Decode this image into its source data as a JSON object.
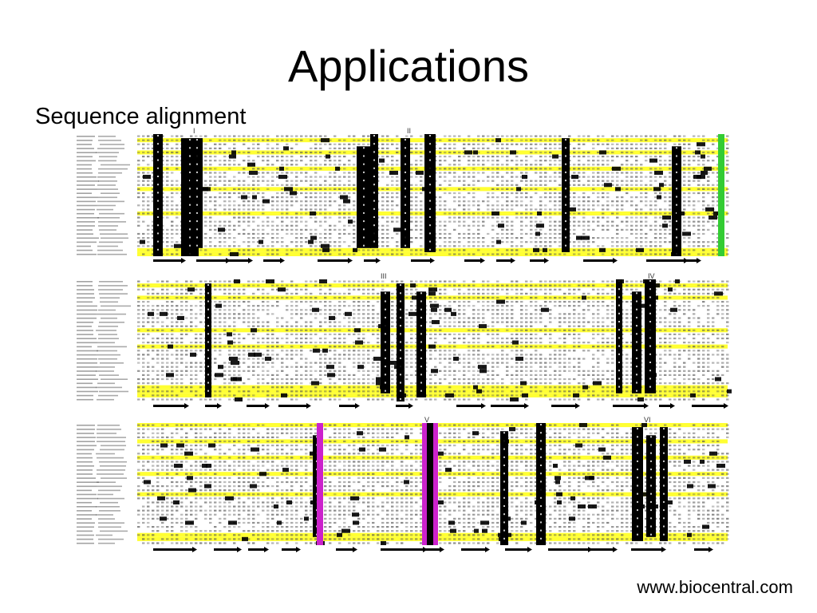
{
  "slide": {
    "title": "Applications",
    "subtitle": "Sequence alignment",
    "footer_url": "www.biocentral.com"
  },
  "figure": {
    "block_markers": [
      [
        "I",
        "II"
      ],
      [
        "III",
        "IV"
      ],
      [
        "V",
        "VI"
      ]
    ],
    "colors": {
      "highlight": "#ffff33",
      "conserved": "#000000",
      "magenta": "#cc22cc",
      "green": "#33cc33",
      "text": "#555555"
    },
    "icons": [
      "secondary-structure-arrow-icon"
    ]
  }
}
